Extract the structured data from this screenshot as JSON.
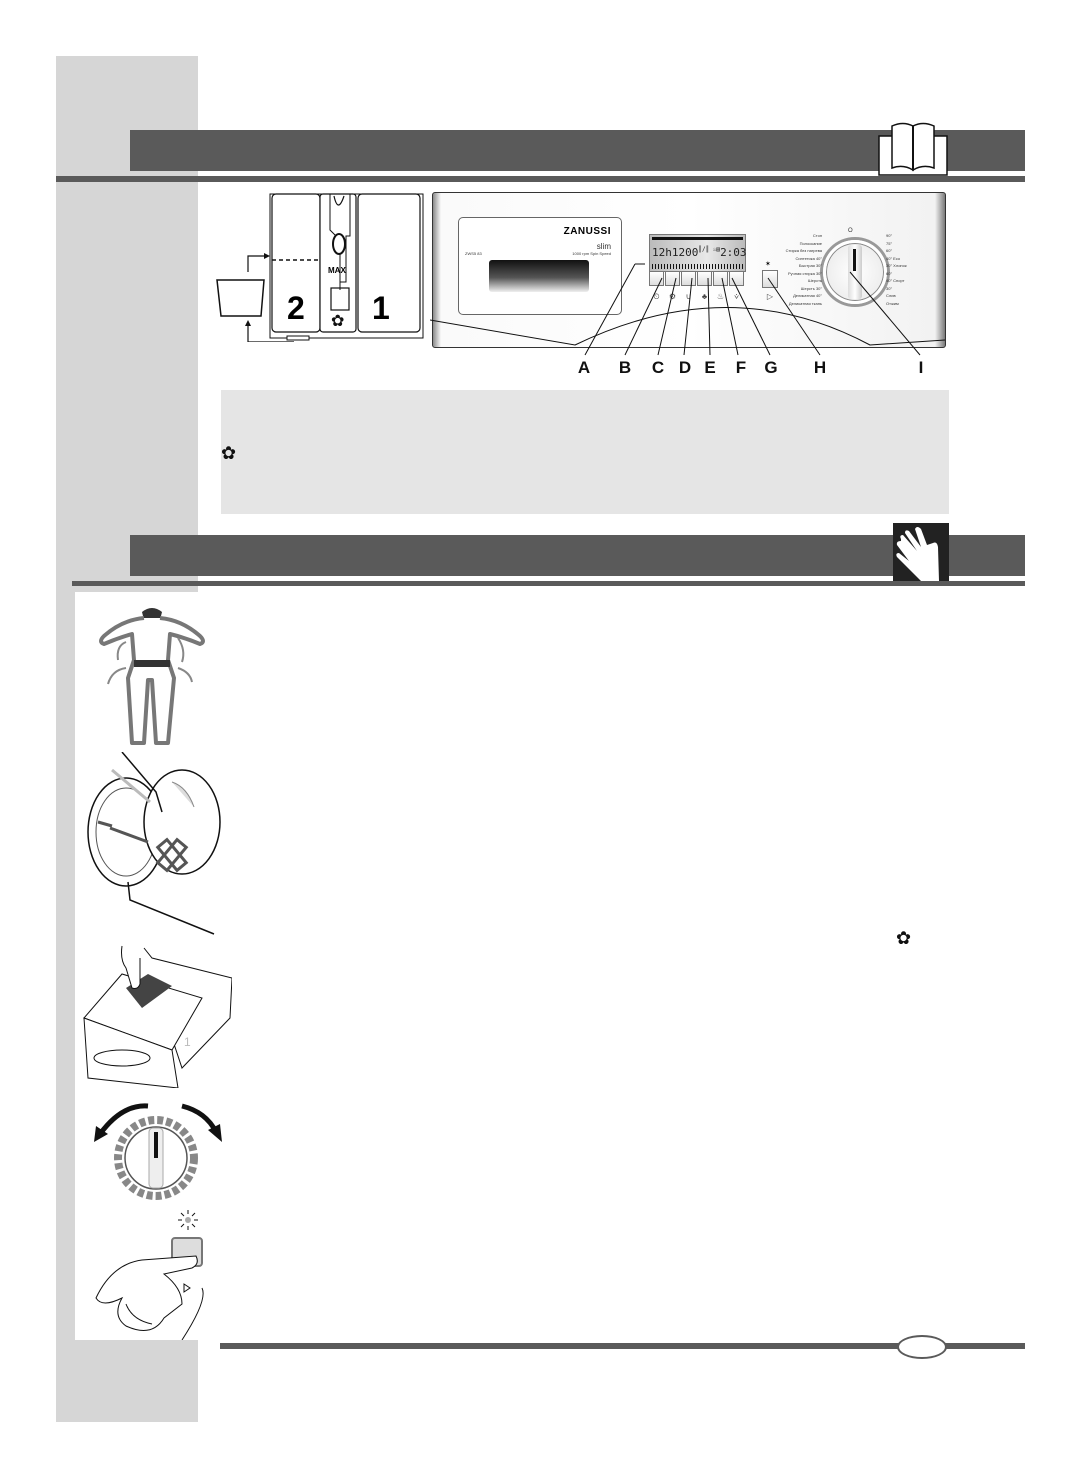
{
  "page": {
    "section1": {
      "header_icon": "book-icon",
      "title": ""
    },
    "section2": {
      "header_icon": "hand-icon",
      "title": ""
    },
    "page_number": ""
  },
  "dispenser_diagram": {
    "compartment_2_label": "2",
    "compartment_1_label": "1",
    "max_label": "MAX",
    "softener_icon": "flower-icon"
  },
  "control_panel": {
    "brand": "ZANUSSI",
    "series": "slim",
    "model": "ZWS5 83",
    "spin_label": "1000 rpm Spin Speed",
    "display": {
      "delay": "12h",
      "spin": "1200",
      "time": "2:03",
      "icons": "║/║ ♨▤"
    },
    "button_icons": [
      "⏲",
      "⚙",
      "∪",
      "♣",
      "♨",
      "⩒"
    ],
    "start_button_icon": "▷",
    "start_lamp_icon": "✶",
    "dial_labels_left": [
      "Стоп",
      "Полоскание",
      "Стирка без нагрева",
      "Синтетика 40°",
      "Быстрая 30°",
      "Ручная стирка 30°",
      "Шерсть",
      "Шерсть 30°",
      "Деликатная 40°",
      "Деликатная ткань"
    ],
    "dial_labels_right": [
      "90°",
      "75°",
      "60°",
      "40° Eco",
      "30° Хлопок",
      "60°",
      "40° Спорт",
      "30°",
      "Слив",
      "Отжим"
    ],
    "dial_top_label": "O"
  },
  "callouts": [
    "A",
    "B",
    "C",
    "D",
    "E",
    "F",
    "G",
    "H",
    "I"
  ],
  "info_box": {
    "icon": "flower-icon",
    "text": ""
  },
  "steps": [
    {
      "illustration": "emptying-pockets",
      "text": ""
    },
    {
      "illustration": "loading-drum",
      "text": ""
    },
    {
      "illustration": "adding-detergent",
      "text": "",
      "inline_icon": "flower-icon"
    },
    {
      "illustration": "program-dial",
      "text": ""
    },
    {
      "illustration": "press-start",
      "text": ""
    }
  ],
  "symbols": {
    "flower": "✿"
  }
}
